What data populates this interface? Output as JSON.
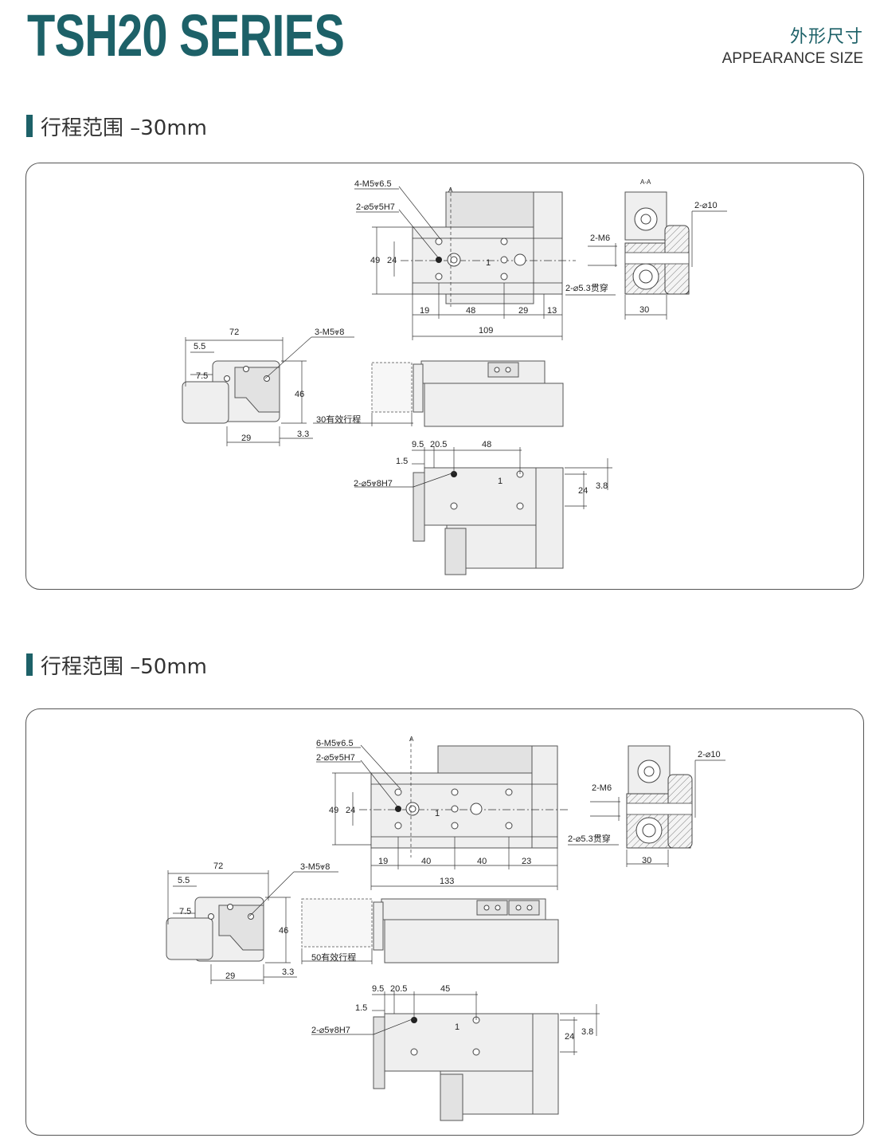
{
  "header": {
    "series_title": "TSH20 SERIES",
    "cn_title": "外形尺寸",
    "en_title": "APPEARANCE SIZE"
  },
  "sections": [
    {
      "heading": "行程范围 –30mm",
      "top_view": {
        "callout_holes": "4-M5⩔6.5",
        "callout_pin": "2-⌀5⩔5H7",
        "dim_49": "49",
        "dim_24": "24",
        "dim_1": "1",
        "dims_bottom": [
          "19",
          "48",
          "29",
          "13"
        ],
        "dim_total": "109",
        "section_mark": "A"
      },
      "end_view": {
        "label": "A-A",
        "callout_bore": "2-⌀10",
        "callout_thread": "2-M6",
        "callout_thru": "2-⌀5.3贯穿",
        "dim_width": "30"
      },
      "side_view": {
        "dim_72": "72",
        "dim_5_5": "5.5",
        "dim_7_5": "7.5",
        "callout": "3-M5⩔8",
        "dim_46": "46",
        "dim_29": "29",
        "dim_3_3": "3.3"
      },
      "front_view": {
        "stroke_label": "30有效行程"
      },
      "bottom_view": {
        "dim_9_5": "9.5",
        "dim_20_5": "20.5",
        "dim_48": "48",
        "dim_1_5": "1.5",
        "callout_pin": "2-⌀5⩔8H7",
        "dim_1": "1",
        "dim_24": "24",
        "dim_3_8": "3.8"
      }
    },
    {
      "heading": "行程范围 –50mm",
      "top_view": {
        "callout_holes": "6-M5⩔6.5",
        "callout_pin": "2-⌀5⩔5H7",
        "dim_49": "49",
        "dim_24": "24",
        "dim_1": "1",
        "dims_bottom": [
          "19",
          "40",
          "40",
          "23"
        ],
        "dim_total": "133",
        "section_mark": "A"
      },
      "end_view": {
        "label": "",
        "callout_bore": "2-⌀10",
        "callout_thread": "2-M6",
        "callout_thru": "2-⌀5.3贯穿",
        "dim_width": "30"
      },
      "side_view": {
        "dim_72": "72",
        "dim_5_5": "5.5",
        "dim_7_5": "7.5",
        "callout": "3-M5⩔8",
        "dim_46": "46",
        "dim_29": "29",
        "dim_3_3": "3.3"
      },
      "front_view": {
        "stroke_label": "50有效行程"
      },
      "bottom_view": {
        "dim_9_5": "9.5",
        "dim_20_5": "20.5",
        "dim_48": "45",
        "dim_1_5": "1.5",
        "callout_pin": "2-⌀5⩔8H7",
        "dim_1": "1",
        "dim_24": "24",
        "dim_3_8": "3.8"
      }
    }
  ]
}
